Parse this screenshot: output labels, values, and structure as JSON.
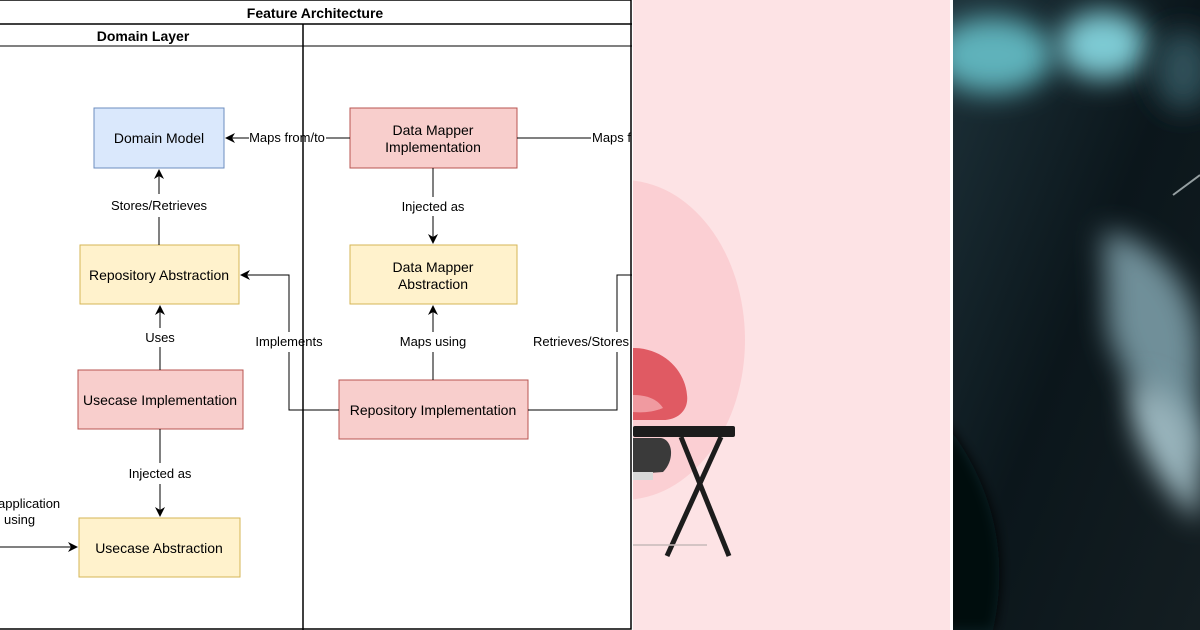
{
  "diagram": {
    "title": "Feature Architecture",
    "lane_left": "Domain Layer",
    "boxes": {
      "domain_model": "Domain Model",
      "data_mapper_impl": [
        "Data Mapper",
        "Implementation"
      ],
      "repository_abstraction": "Repository Abstraction",
      "data_mapper_abstraction": [
        "Data Mapper",
        "Abstraction"
      ],
      "usecase_impl": "Usecase Implementation",
      "repository_impl": "Repository Implementation",
      "usecase_abstraction": "Usecase Abstraction"
    },
    "edges": {
      "maps_from_to": "Maps from/to",
      "maps_f_cut": "Maps f",
      "stores_retrieves": "Stores/Retrieves",
      "injected_as_top": "Injected as",
      "uses": "Uses",
      "implements": "Implements",
      "maps_using": "Maps using",
      "retrieves_stores": "Retrieves/Stores",
      "injected_as_bottom": "Injected as",
      "application_cut": "application",
      "using_cut": "using"
    },
    "colors": {
      "blue_fill": "#dae8fc",
      "blue_stroke": "#6c8ebf",
      "red_fill": "#f8cecc",
      "red_stroke": "#b85450",
      "yellow_fill": "#fff2cc",
      "yellow_stroke": "#d6b656"
    }
  },
  "illustration": {
    "background": "#fde3e5",
    "blob": "#fbcfd3",
    "chair": "#e05a63"
  },
  "photo": {
    "background": "#0d1a1f",
    "highlight": "#7ecbd4"
  }
}
